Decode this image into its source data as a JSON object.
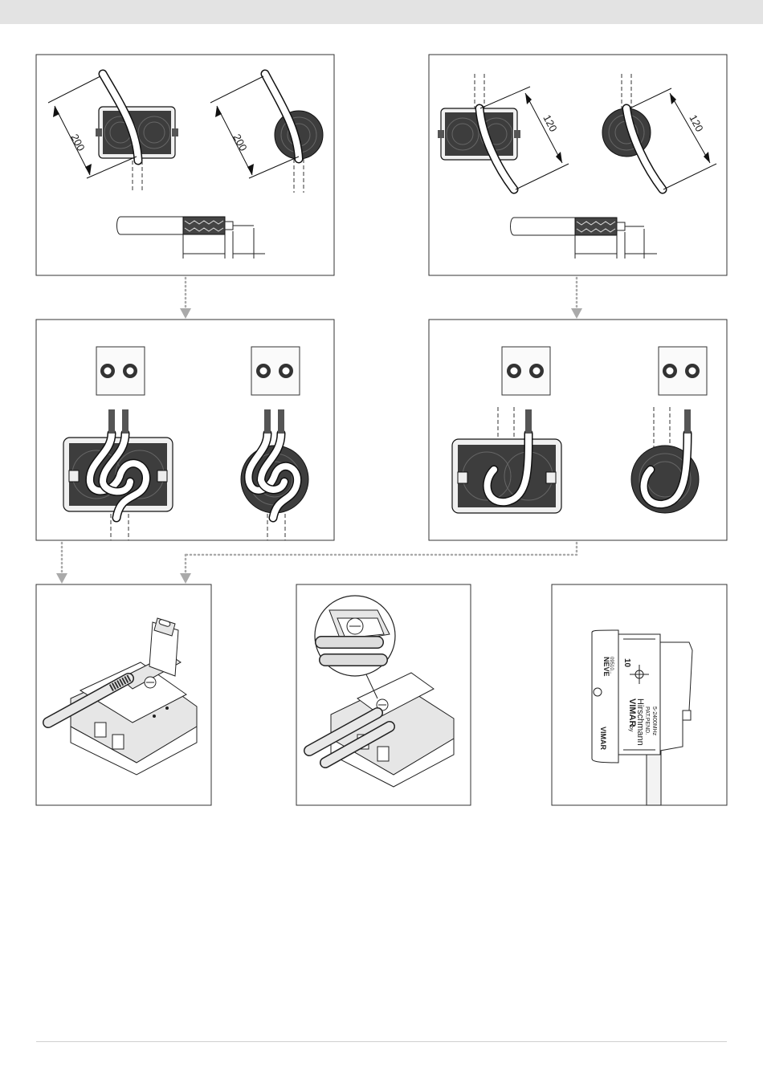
{
  "dimensions": {
    "flush_box_cable_length": "200",
    "round_box_cable_length": "200",
    "flush_box_cable_length_b": "120",
    "round_box_cable_length_b": "120"
  },
  "device_label": {
    "series": "NEVE",
    "code": "09510...",
    "db": "10",
    "brand": "VIMAR",
    "brand_by": "by",
    "brand_partner": "Hirschmann",
    "patent": "PAT.PEND.",
    "frequency": "5-2400MHz",
    "side_brand": "VIMAR"
  }
}
